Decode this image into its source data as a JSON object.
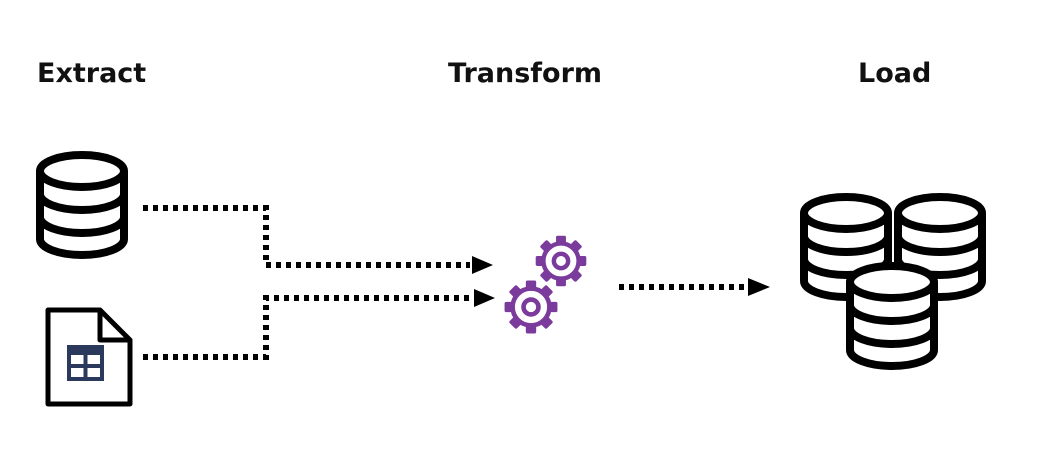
{
  "stages": {
    "extract": {
      "label": "Extract"
    },
    "transform": {
      "label": "Transform"
    },
    "load": {
      "label": "Load"
    }
  },
  "icons": {
    "source_database": "database-icon",
    "source_spreadsheet": "spreadsheet-file-icon",
    "transform": "gears-icon",
    "target_databases": "database-cluster-icon"
  },
  "colors": {
    "stroke": "#000000",
    "gears": "#7a3b9c",
    "spreadsheet_grid": "#2b3a5c"
  }
}
